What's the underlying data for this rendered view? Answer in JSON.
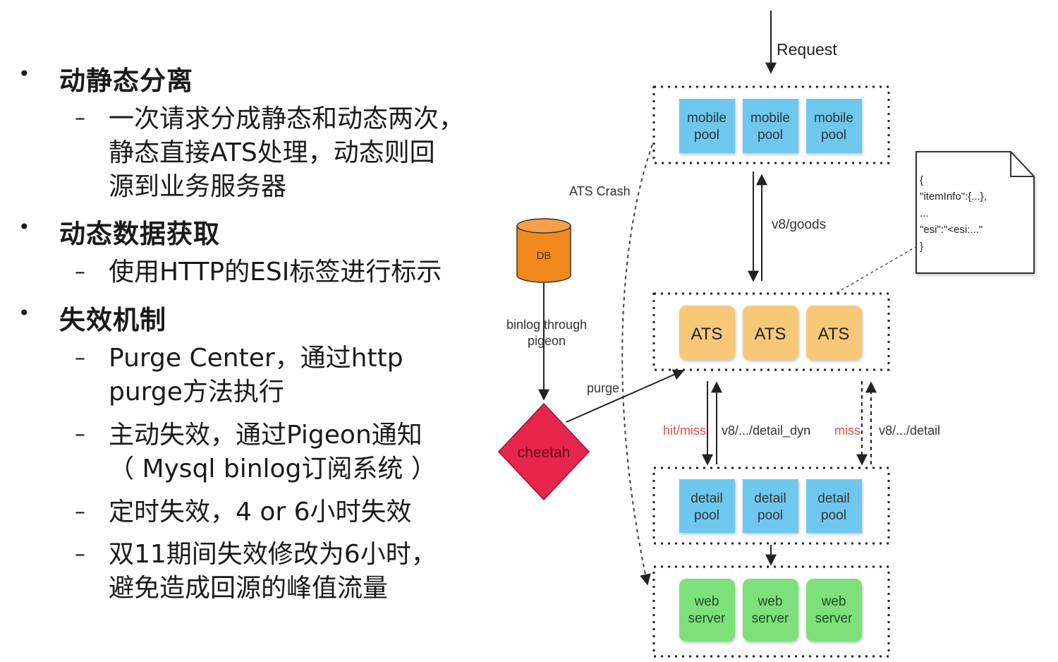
{
  "bullets": {
    "item1": {
      "heading": "动静态分离",
      "subs": [
        "一次请求分成静态和动态两次，静态直接ATS处理，动态则回源到业务服务器"
      ],
      "lines": [
        "一次请求分成静态和动态两次，",
        "静态直接ATS处理，动态则回",
        "源到业务服务器"
      ]
    },
    "item2": {
      "heading": "动态数据获取",
      "lines": [
        "使用HTTP的ESI标签进行标示"
      ]
    },
    "item3": {
      "heading": "失效机制",
      "sub1": [
        "Purge Center，通过http",
        "purge方法执行"
      ],
      "sub2": [
        "主动失效，通过Pigeon通知",
        "（ Mysql binlog订阅系统 ）"
      ],
      "sub3": [
        "定时失效，4 or 6小时失效"
      ],
      "sub4": [
        "双11期间失效修改为6小时，",
        "避免造成回源的峰值流量"
      ]
    }
  },
  "diagram": {
    "request": "Request",
    "mobile_pool": {
      "line1": "mobile",
      "line2": "pool"
    },
    "ats": "ATS",
    "detail_pool": {
      "line1": "detail",
      "line2": "pool"
    },
    "web_server": {
      "line1": "web",
      "line2": "server"
    },
    "v8_goods": "v8/goods",
    "ats_crash": "ATS Crash",
    "db": "DB",
    "binlog_line1": "binlog through",
    "binlog_line2": "pigeon",
    "cheetah": "cheetah",
    "purge": "purge",
    "hit_miss": "hit/miss",
    "detail_dyn": "v8/.../detail_dyn",
    "miss": "miss",
    "detail": "v8/.../detail",
    "note": [
      "{",
      "\"itemInfo\":{...},",
      "...",
      "\"esi\":\"<esi:...\"",
      "}"
    ],
    "colors": {
      "mobile": "#6ec8ee",
      "ats": "#f7c878",
      "detail": "#6ec8ee",
      "web": "#7ee07a",
      "db": "#f08a1e",
      "cheetah": "#e8264c",
      "miss_text": "#e05050"
    }
  }
}
